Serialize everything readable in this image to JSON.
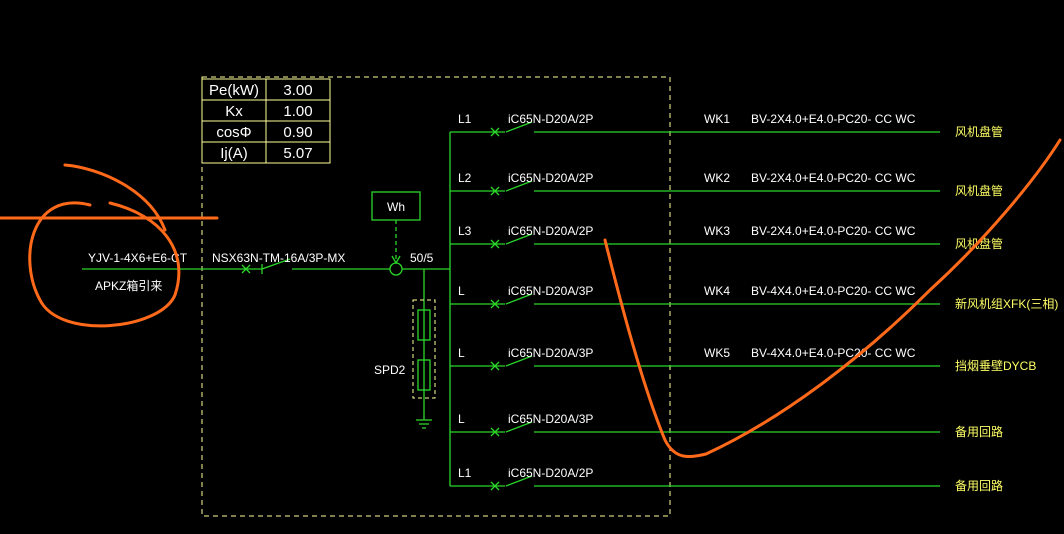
{
  "param_table": [
    {
      "label": "Pe(kW)",
      "value": "3.00"
    },
    {
      "label": "Kx",
      "value": "1.00"
    },
    {
      "label": "cosΦ",
      "value": "0.90"
    },
    {
      "label": "Ij(A)",
      "value": "5.07"
    }
  ],
  "incoming": {
    "cable": "YJV-1-4X6+E6-CT",
    "source": "APKZ箱引来",
    "main_breaker": "NSX63N-TM-16A/3P-MX",
    "ct": "50/5",
    "meter": "Wh",
    "spd": "SPD2"
  },
  "circuits": [
    {
      "phase": "L1",
      "breaker": "iC65N-D20A/2P",
      "id": "WK1",
      "cable": "BV-2X4.0+E4.0-PC20-  CC WC",
      "load": "风机盘管"
    },
    {
      "phase": "L2",
      "breaker": "iC65N-D20A/2P",
      "id": "WK2",
      "cable": "BV-2X4.0+E4.0-PC20-  CC WC",
      "load": "风机盘管"
    },
    {
      "phase": "L3",
      "breaker": "iC65N-D20A/2P",
      "id": "WK3",
      "cable": "BV-2X4.0+E4.0-PC20-  CC WC",
      "load": "风机盘管"
    },
    {
      "phase": "L",
      "breaker": "iC65N-D20A/3P",
      "id": "WK4",
      "cable": "BV-4X4.0+E4.0-PC20-  CC WC",
      "load": "新风机组XFK(三相)"
    },
    {
      "phase": "L",
      "breaker": "iC65N-D20A/3P",
      "id": "WK5",
      "cable": "BV-4X4.0+E4.0-PC20-  CC WC",
      "load": "挡烟垂壁DYCB"
    },
    {
      "phase": "L",
      "breaker": "iC65N-D20A/3P",
      "id": "",
      "cable": "",
      "load": "备用回路"
    },
    {
      "phase": "L1",
      "breaker": "iC65N-D20A/2P",
      "id": "",
      "cable": "",
      "load": "备用回路"
    }
  ],
  "colors": {
    "background": "#000000",
    "wire": "#2bd62b",
    "text": "#ffffff",
    "load_text": "#ffff66",
    "markup": "#ff6a1a"
  }
}
